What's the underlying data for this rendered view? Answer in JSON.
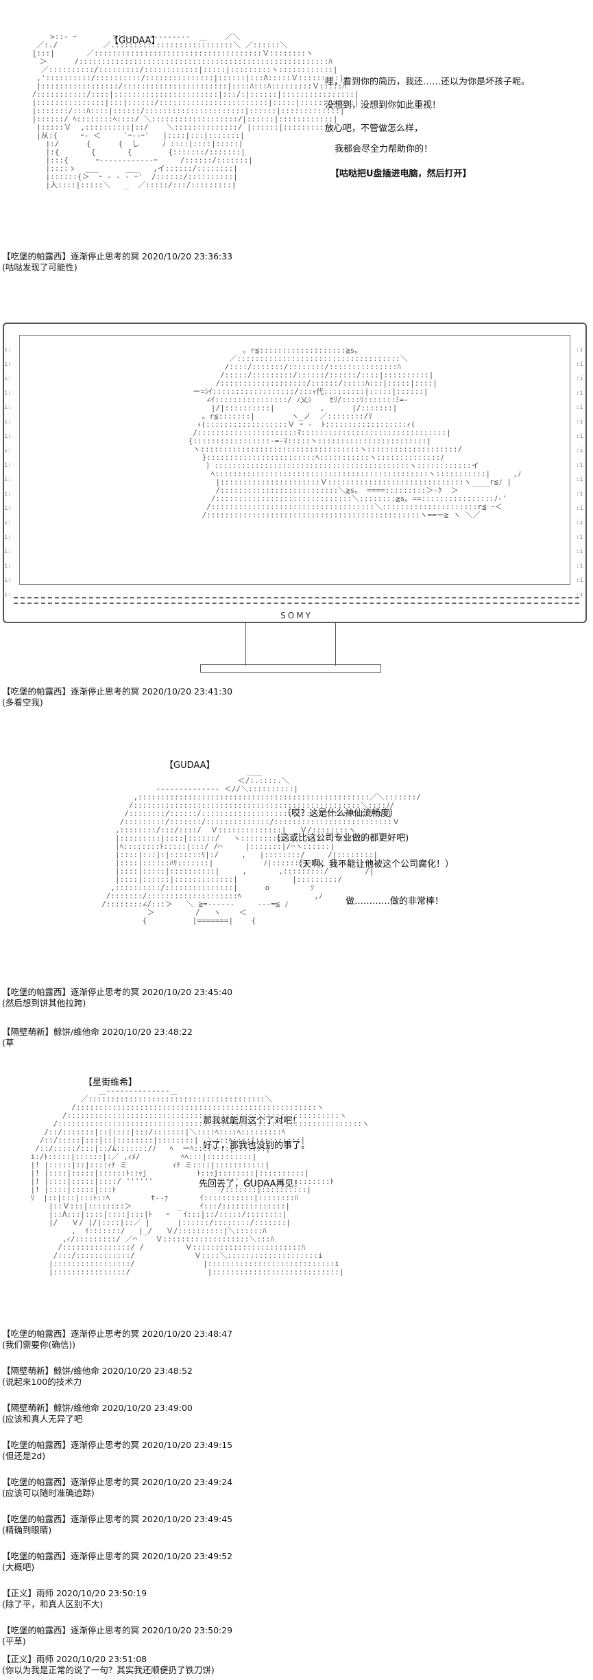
{
  "scene1": {
    "speaker": "【GUDAA】",
    "lines": [
      "哇，看到你的简历，我还……还以为你是坏孩子呢。",
      "没想到，没想到你如此重视！",
      "放心吧，不管做怎么样，",
      "我都会尽全力帮助你的！",
      "【咕哒把U盘插进电脑，然后打开】"
    ]
  },
  "posts1": [
    {
      "header": "【吃堡的帕露西】逐渐停止思考的冥 2020/10/20 23:36:33",
      "text": "(咕哒发现了可能性)"
    }
  ],
  "monitor": {
    "brand": "SOMY"
  },
  "posts2": [
    {
      "header": "【吃堡的帕露西】逐渐停止思考的冥 2020/10/20 23:41:30",
      "text": "(多看空我)"
    }
  ],
  "scene2": {
    "speaker": "【GUDAA】",
    "lines": [
      "（哎？这是什么神仙流畅度）",
      "(这或比这公司专业做的都更好吧)",
      "（天啊，我不能让他被这个公司腐化！）",
      "做…………做的非常棒！"
    ]
  },
  "posts3": [
    {
      "header": "【吃堡的帕露西】逐渐停止思考的冥 2020/10/20 23:45:40",
      "text": "(然后想到饼其他拉跨)"
    },
    {
      "header": "【隔壁萌新】鲸饼/维他命 2020/10/20 23:48:22",
      "text": "(草"
    }
  ],
  "scene3": {
    "speaker": "【星街维希】",
    "lines": [
      "那我就能用这个了对吧！",
      "好了，那我也没别的事了。",
      "先回去了，GUDAA再见！"
    ]
  },
  "posts4": [
    {
      "header": "【吃堡的帕露西】逐渐停止思考的冥 2020/10/20 23:48:47",
      "text": "(我们需要你(确信))"
    },
    {
      "header": "【隔壁萌新】鲸饼/维他命 2020/10/20 23:48:52",
      "text": "(说起来100的技术力"
    },
    {
      "header": "【隔壁萌新】鲸饼/维他命 2020/10/20 23:49:00",
      "text": "(应该和真人无异了吧"
    },
    {
      "header": "【吃堡的帕露西】逐渐停止思考的冥 2020/10/20 23:49:15",
      "text": "(但还是2d)"
    },
    {
      "header": "【吃堡的帕露西】逐渐停止思考的冥 2020/10/20 23:49:24",
      "text": "(应该可以随时准确追踪)"
    },
    {
      "header": "【吃堡的帕露西】逐渐停止思考的冥 2020/10/20 23:49:45",
      "text": "(精确到眼睛)"
    },
    {
      "header": "【吃堡的帕露西】逐渐停止思考的冥 2020/10/20 23:49:52",
      "text": "(大概吧)"
    },
    {
      "header": "【正义】雨师 2020/10/20 23:50:19",
      "text": "(除了平，和真人区别不大)"
    },
    {
      "header": "【吃堡的帕露西】逐渐停止思考的冥 2020/10/20 23:50:29",
      "text": "(平草)"
    },
    {
      "header": "【正义】雨师 2020/10/20 23:51:08",
      "text": "(你以为我是正常的说了一句？其实我还顺便扔了铁刀饼)"
    }
  ]
}
